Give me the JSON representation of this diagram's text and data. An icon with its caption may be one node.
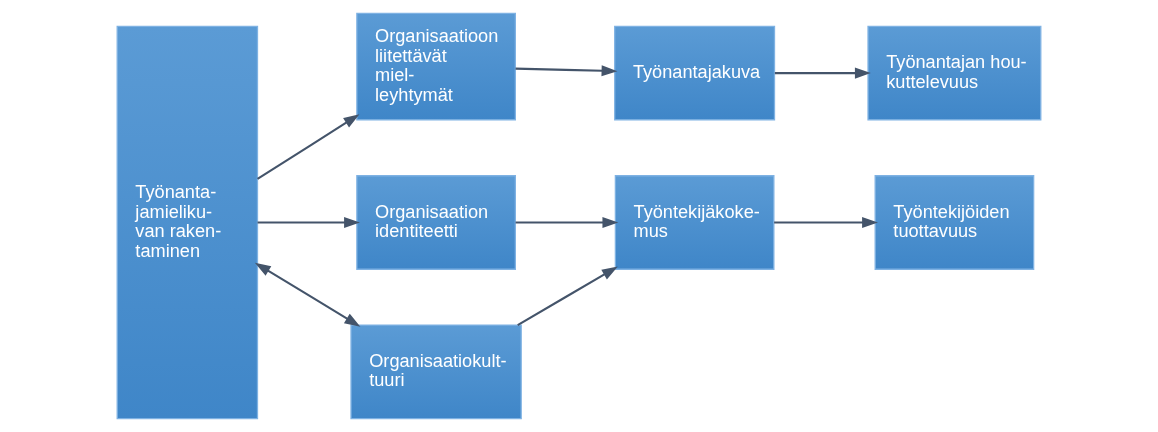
{
  "diagram": {
    "nodes": [
      {
        "text": [
          "Työnanta- jamieliku- van raken- taminen"
        ]
      },
      {
        "text": [
          "Organisaatioon liitettävät miel- leyhtymät"
        ]
      },
      {
        "text": [
          "Työnantajakuva"
        ]
      },
      {
        "text": [
          "Työnantajan hou- kuttelevuus"
        ]
      },
      {
        "text": [
          "Organisaation identiteetti"
        ]
      },
      {
        "text": [
          "Organisaatiokult- tuuri"
        ]
      },
      {
        "text": [
          "Työntekijäkoke- mus"
        ]
      },
      {
        "text": [
          "Työntekijöiden tuottavuus"
        ]
      }
    ],
    "edges": [
      {
        "from": 0,
        "to": 1,
        "arrow": "to"
      },
      {
        "from": 1,
        "to": 2,
        "arrow": "to"
      },
      {
        "from": 2,
        "to": 3,
        "arrow": "to"
      },
      {
        "from": 0,
        "to": 4,
        "arrow": "to"
      },
      {
        "from": 0,
        "to": 5,
        "arrow": "both"
      },
      {
        "from": 4,
        "to": 6,
        "arrow": "to"
      },
      {
        "from": 5,
        "to": 6,
        "arrow": "to"
      },
      {
        "from": 6,
        "to": 7,
        "arrow": "to"
      }
    ]
  }
}
